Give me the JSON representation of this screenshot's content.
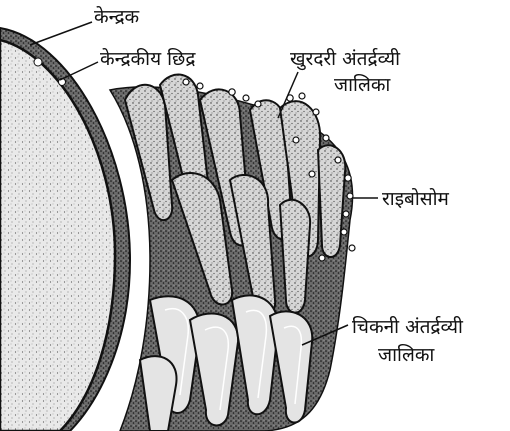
{
  "labels": {
    "nucleus": "केन्द्रक",
    "nuclear_pore": "केन्द्रकीय छिद्र",
    "rough_er_line1": "खुरदरी अंतर्द्रव्यी",
    "rough_er_line2": "जालिका",
    "ribosome": "राइबोसोम",
    "smooth_er_line1": "चिकनी अंतर्द्रव्यी",
    "smooth_er_line2": "जालिका"
  }
}
